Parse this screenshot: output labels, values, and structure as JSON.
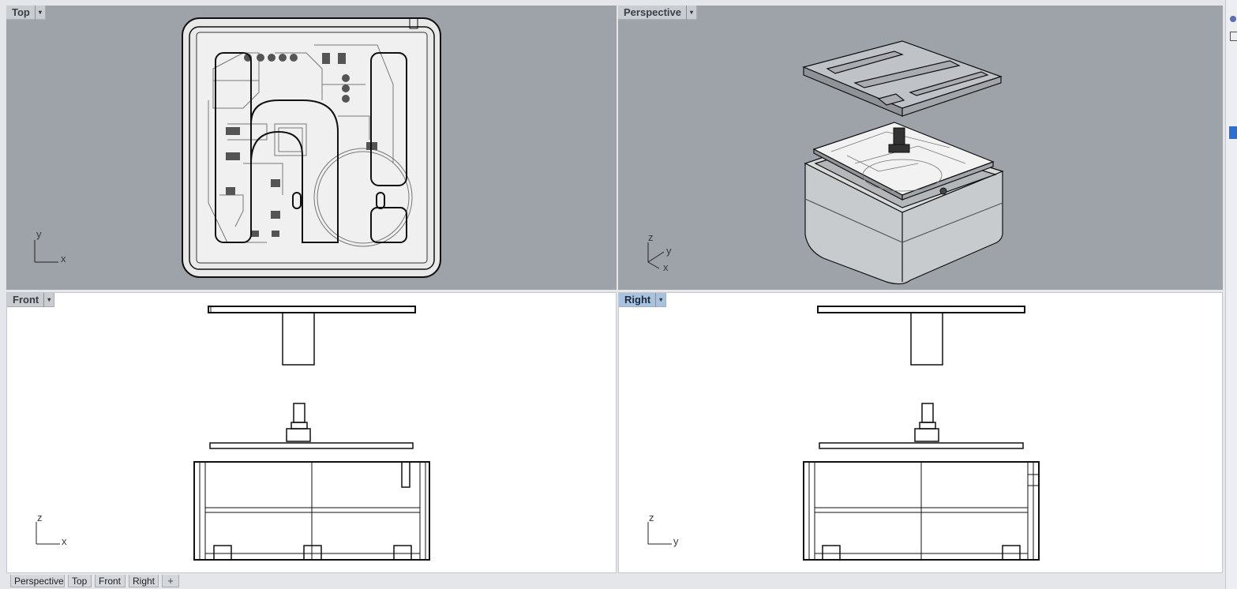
{
  "viewports": {
    "top": {
      "title": "Top",
      "axes": {
        "a": "y",
        "b": "x"
      }
    },
    "perspective": {
      "title": "Perspective",
      "axes": {
        "a": "z",
        "b": "y",
        "c": "x"
      }
    },
    "front": {
      "title": "Front",
      "axes": {
        "a": "z",
        "b": "x"
      }
    },
    "right": {
      "title": "Right",
      "axes": {
        "a": "z",
        "b": "y"
      }
    }
  },
  "tabs": [
    "Perspective",
    "Top",
    "Front",
    "Right"
  ],
  "add_tab": "+",
  "dropdown_glyph": "▾",
  "colors": {
    "viewport_gray": "#9ea3aa",
    "active_label": "#a8c3e0"
  }
}
